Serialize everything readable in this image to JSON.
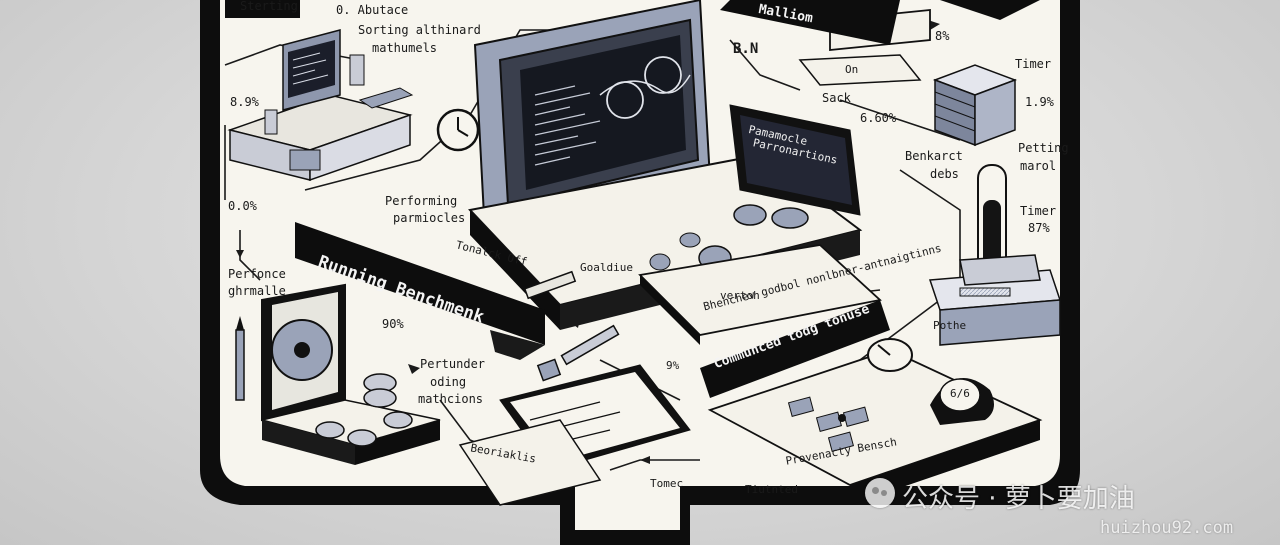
{
  "labels": {
    "starting": "Sterting",
    "abutace": "0. Abutace",
    "sorting": "Sorting althinard",
    "mathumels": "mathumels",
    "bn": "B.N",
    "on": "On",
    "pct_top_right": "8%",
    "timer_top": "Timer",
    "sack": "Sack",
    "pct_660": "6.60%",
    "pct_19": "1.9%",
    "pct_89": "8.9%",
    "pct_00": "0.0%",
    "performing": "Performing",
    "parmiocles": "parmiocles",
    "screen_label_1": "Pamamocle",
    "screen_label_2": "Parronartions",
    "benkarct": "Benkarct",
    "debs": "debs",
    "petting": "Petting",
    "marol": "marol",
    "timer_right": "Timer",
    "pct_87": "87%",
    "perfonce": "Perfonce",
    "ghrmalle": "ghrmalle",
    "tonalck_off": "Tonalck Off",
    "goaldiue": "Goaldiue",
    "vertoh": "vertoh",
    "bhenchev": "Bhenchev godbol nonlbner-antnaigtinns",
    "pct_90": "90%",
    "pertunder": "Pertunder",
    "oding": "oding",
    "mathcions": "mathcions",
    "pothe": "Pothe",
    "gauge": "6/6",
    "beoriaklis": "Beoriaklis",
    "tomec": "Tomec",
    "tiutnted": "Tiutnted",
    "provenacty": "Provenacty Bensch",
    "pct_9": "9%"
  },
  "banners": {
    "running": "Running Benchmenk",
    "communced": "Communced todg tonuse",
    "top": "Malliom"
  },
  "watermark": {
    "text": "公众号 · 萝卜要加油",
    "url": "huizhou92.com"
  }
}
